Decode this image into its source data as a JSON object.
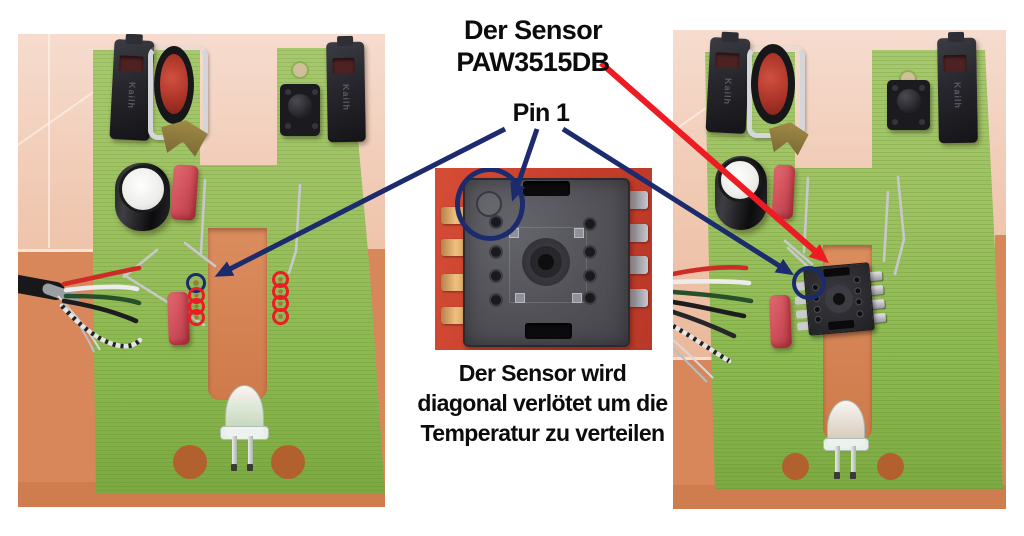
{
  "figure": {
    "title_line1": "Der Sensor",
    "title_line2": "PAW3515DB",
    "pin1_label": "Pin 1",
    "caption_line1": "Der Sensor wird",
    "caption_line2": "diagonal verlötet um die",
    "caption_line3": "Temperatur zu verteilen",
    "switch_brand": "Kailh"
  },
  "colors": {
    "annotation-blue": "#1c2a6e",
    "annotation-red": "#ed1c24",
    "pcb-green": "#9cc160",
    "pcb-green-dark": "#7aa83f",
    "tile-pink": "#f0c9b2",
    "tile-orange": "#d8875a",
    "tile-orange-deep": "#cf7c4e",
    "sensor-pcb-red": "#c8422e",
    "chip-gray": "#55555b",
    "wheel-red": "#b23a2e",
    "cap-red": "#d2525c",
    "ecap-top-white": "#f2f2f0"
  }
}
